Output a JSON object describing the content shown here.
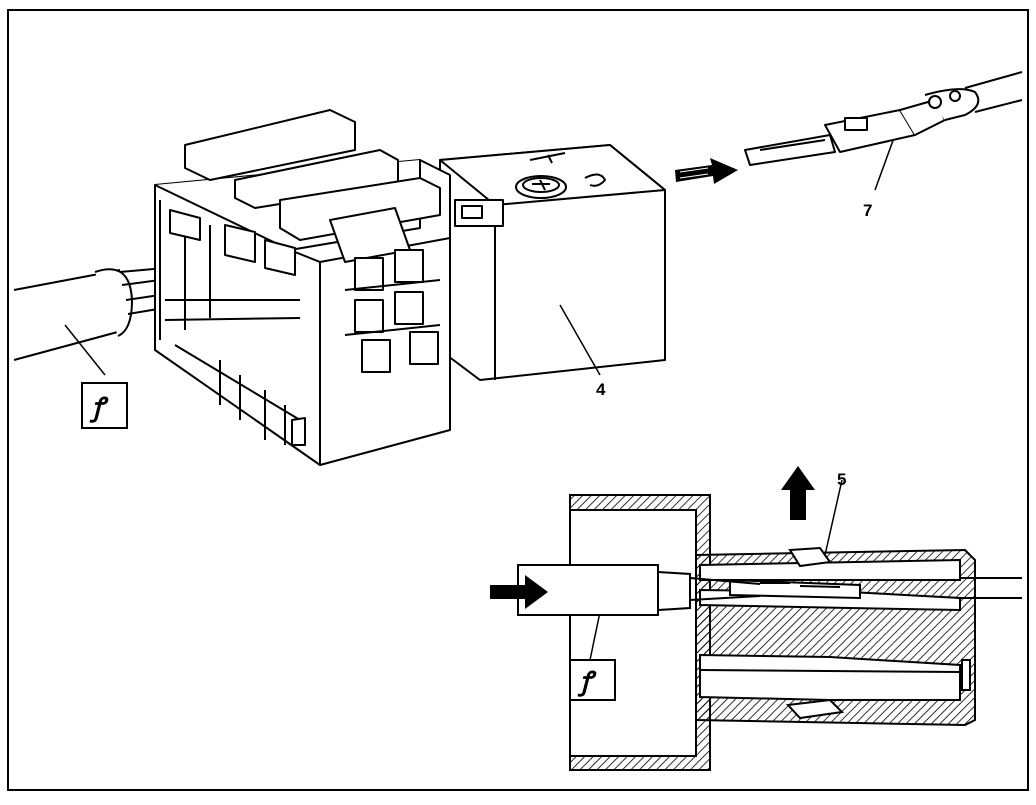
{
  "callouts": {
    "housing": "4",
    "latch": "5",
    "terminal": "7"
  },
  "tool_symbol": {
    "top": "ꝭ",
    "bottom": "ꝭ",
    "icon": "removal-tool-icon"
  },
  "arrows": {
    "insert_direction": "right",
    "lift_direction": "up",
    "push_direction": "right"
  },
  "colors": {
    "line": "#000000",
    "background": "#ffffff"
  }
}
